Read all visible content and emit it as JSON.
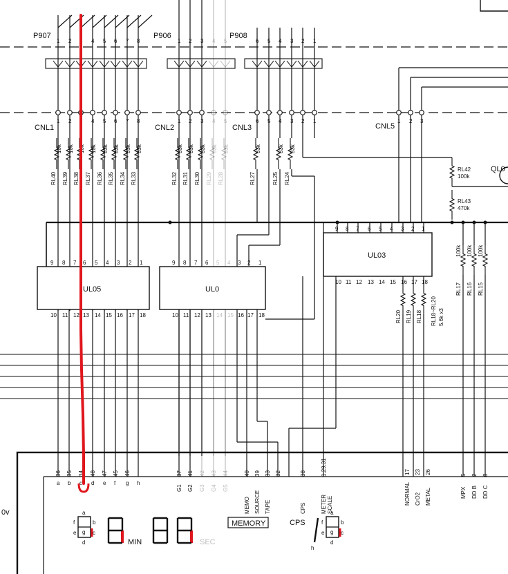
{
  "connectors": {
    "p907": {
      "name": "P907",
      "pins": [
        "1",
        "2",
        "3",
        "4",
        "5",
        "6",
        "7",
        "8"
      ]
    },
    "p906": {
      "name": "P906",
      "pins": [
        "1",
        "2",
        "3",
        "4",
        "5"
      ]
    },
    "p908": {
      "name": "P908",
      "pins": [
        "6",
        "5",
        "4",
        "3",
        "2",
        "1"
      ]
    },
    "cnl1": {
      "name": "CNL1",
      "pins": [
        "1",
        "2",
        "3",
        "4",
        "5",
        "6",
        "7",
        "8"
      ]
    },
    "cnl2": {
      "name": "CNL2",
      "pins": [
        "1",
        "2",
        "3",
        "4",
        "5"
      ]
    },
    "cnl3": {
      "name": "CNL3",
      "pins": [
        "6",
        "5",
        "4",
        "3",
        "2",
        "1"
      ]
    },
    "cnl5": {
      "name": "CNL5",
      "pins": [
        "1",
        "2",
        "3"
      ]
    }
  },
  "resistors": {
    "group1": [
      {
        "ref": "RL40",
        "value": "10k"
      },
      {
        "ref": "RL39",
        "value": "10k"
      },
      {
        "ref": "RL38",
        "value": "10k"
      },
      {
        "ref": "RL37",
        "value": "10k"
      },
      {
        "ref": "RL36",
        "value": "33k"
      },
      {
        "ref": "RL35",
        "value": "33k"
      },
      {
        "ref": "RL34",
        "value": "33k"
      },
      {
        "ref": "RL33",
        "value": "33k"
      }
    ],
    "group2": [
      {
        "ref": "RL32",
        "value": "33k"
      },
      {
        "ref": "RL31",
        "value": "33k"
      },
      {
        "ref": "RL30",
        "value": "33k"
      },
      {
        "ref": "RL29",
        "value": "33k"
      },
      {
        "ref": "RL28",
        "value": "33k"
      }
    ],
    "group3": [
      {
        "ref": "RL27",
        "value": "33k"
      },
      {
        "ref": "RL25",
        "value": "33k"
      },
      {
        "ref": "RL24",
        "value": "33k"
      }
    ],
    "rl42": {
      "ref": "RL42",
      "value": "100k"
    },
    "rl43": {
      "ref": "RL43",
      "value": "470k"
    },
    "right": [
      {
        "ref": "RL17",
        "value": "100k"
      },
      {
        "ref": "RL16",
        "value": "100k"
      },
      {
        "ref": "RL15",
        "value": "100k"
      }
    ],
    "ul03_out": [
      {
        "ref": "RL20"
      },
      {
        "ref": "RL19"
      },
      {
        "ref": "RL18"
      }
    ],
    "note": "RL18~RL20",
    "note_value": "5.6k x3"
  },
  "chips": {
    "ul05": {
      "name": "UL05",
      "top_pins": [
        "9",
        "8",
        "7",
        "6",
        "5",
        "4",
        "3",
        "2",
        "1"
      ],
      "bottom_pins": [
        "10",
        "11",
        "12",
        "13",
        "14",
        "15",
        "16",
        "17",
        "18"
      ]
    },
    "ulmid": {
      "name": "UL0",
      "top_pins": [
        "9",
        "8",
        "7",
        "6",
        "5",
        "4",
        "3",
        "2",
        "1"
      ],
      "bottom_pins": [
        "10",
        "11",
        "12",
        "13",
        "14",
        "15",
        "16",
        "17",
        "18"
      ]
    },
    "ul03": {
      "name": "UL03",
      "top_pins": [
        "9",
        "8",
        "7",
        "6",
        "5",
        "4",
        "3",
        "2",
        "1"
      ],
      "bottom_pins": [
        "10",
        "11",
        "12",
        "13",
        "14",
        "15",
        "16",
        "17",
        "18"
      ]
    }
  },
  "transistor": {
    "name": "QL0"
  },
  "display": {
    "pins_left": [
      {
        "num": "36",
        "seg": "a"
      },
      {
        "num": "35",
        "seg": "b"
      },
      {
        "num": "34",
        "seg": "c"
      },
      {
        "num": "48",
        "seg": "d"
      },
      {
        "num": "47",
        "seg": "e"
      },
      {
        "num": "45",
        "seg": "f"
      },
      {
        "num": "46",
        "seg": "g"
      }
    ],
    "seg_h": "h",
    "grid_pins": [
      {
        "num": "37",
        "name": "G1"
      },
      {
        "num": "41",
        "name": "G2"
      },
      {
        "num": "42",
        "name": "G3"
      },
      {
        "num": "43",
        "name": "G4"
      },
      {
        "num": "44",
        "name": "G5"
      }
    ],
    "func_pins": [
      {
        "num": "40",
        "name": "MEMO"
      },
      {
        "num": "39",
        "name": "SOURCE"
      },
      {
        "num": "33",
        "name": "TAPE"
      },
      {
        "num": "32",
        "name": ""
      },
      {
        "num": "38",
        "name": "CPS"
      },
      {
        "num": "1,29,31",
        "name": "METER SCALE"
      }
    ],
    "tape_pins": [
      {
        "num": "17",
        "name": "NORMAL"
      },
      {
        "num": "23",
        "name": "CrO2"
      },
      {
        "num": "26",
        "name": "METAL"
      }
    ],
    "mpx_pins": [
      {
        "num": "5",
        "name": "MPX"
      },
      {
        "num": "2",
        "name": "DD B"
      },
      {
        "num": "8",
        "name": "DD C"
      }
    ],
    "min_label": "MIN",
    "sec_label": "SEC",
    "memory_label": "MEMORY",
    "cps_label": "CPS",
    "digit_segments": [
      "a",
      "b",
      "c",
      "d",
      "e",
      "f",
      "g",
      "h"
    ]
  },
  "supply_label": "0v",
  "highlight_color": "#e0161d"
}
